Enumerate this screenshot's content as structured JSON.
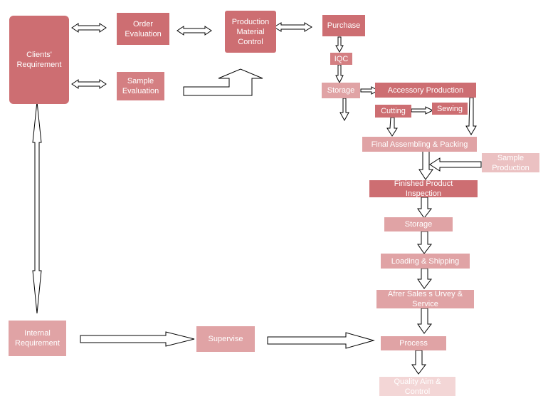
{
  "diagram": {
    "nodes": {
      "clients_requirement": "Clients'\nRequirement",
      "order_evaluation": "Order\nEvaluation",
      "sample_evaluation": "Sample\nEvaluation",
      "production_material_control": "Production\nMaterial\nControl",
      "purchase": "Purchase",
      "iqc": "IQC",
      "storage_1": "Storage",
      "accessory_production": "Accessory Production",
      "cutting": "Cutting",
      "sewing": "Sewing",
      "final_assembling_packing": "Final Assembling & Packing",
      "sample_production": "Sample\nProduction",
      "finished_product_inspection": "Finished Product\nInspection",
      "storage_2": "Storage",
      "loading_shipping": "Loading & Shipping",
      "after_sales_survey": "Afrer Sales s Urvey &\nService",
      "internal_requirement": "Internal\nRequirement",
      "supervise": "Supervise",
      "process": "Process",
      "quality_aim_control": "Quality Aim &\nControl"
    },
    "colors": {
      "primary": "#cd6e72",
      "medium": "#e0a3a5",
      "light": "#ebc1c2",
      "arrow_stroke": "#000000",
      "arrow_fill": "#ffffff"
    }
  }
}
